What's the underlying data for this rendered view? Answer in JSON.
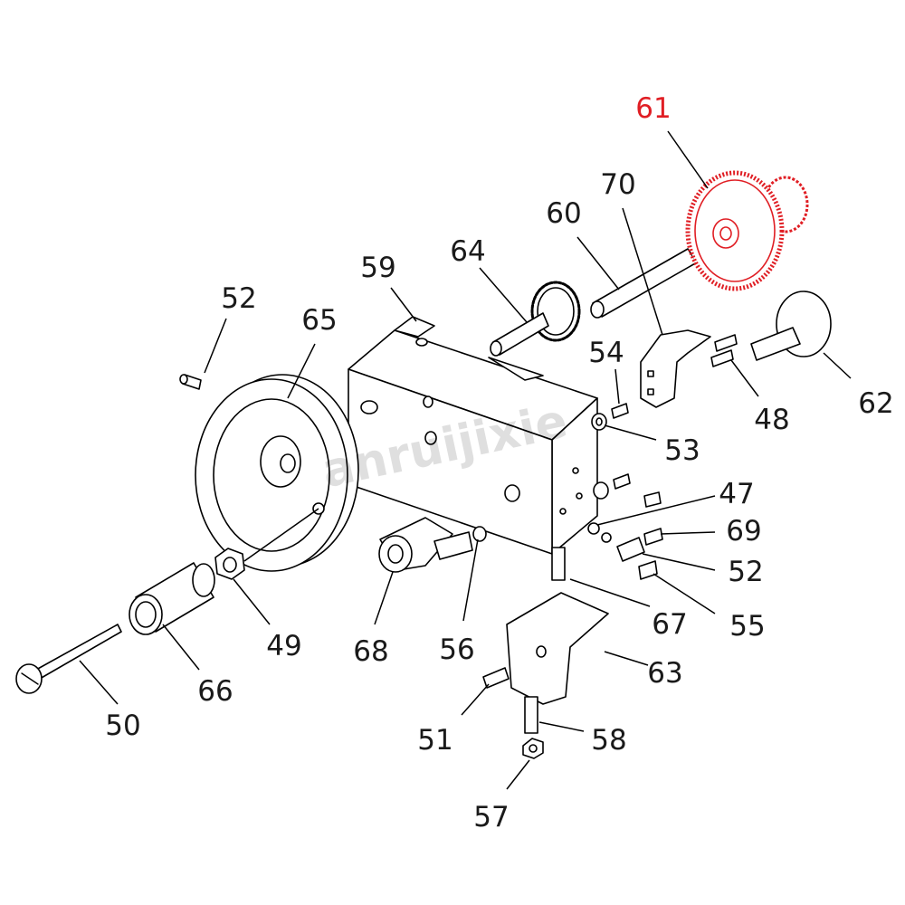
{
  "watermark": "anruijixie",
  "highlight_color": "#e01e24",
  "callouts": [
    {
      "id": "61",
      "highlight": true
    },
    {
      "id": "70"
    },
    {
      "id": "60"
    },
    {
      "id": "64"
    },
    {
      "id": "59"
    },
    {
      "id": "52"
    },
    {
      "id": "65"
    },
    {
      "id": "54"
    },
    {
      "id": "53"
    },
    {
      "id": "48"
    },
    {
      "id": "62"
    },
    {
      "id": "47"
    },
    {
      "id": "69"
    },
    {
      "id": "52"
    },
    {
      "id": "55"
    },
    {
      "id": "67"
    },
    {
      "id": "63"
    },
    {
      "id": "56"
    },
    {
      "id": "68"
    },
    {
      "id": "49"
    },
    {
      "id": "66"
    },
    {
      "id": "50"
    },
    {
      "id": "51"
    },
    {
      "id": "58"
    },
    {
      "id": "57"
    }
  ]
}
